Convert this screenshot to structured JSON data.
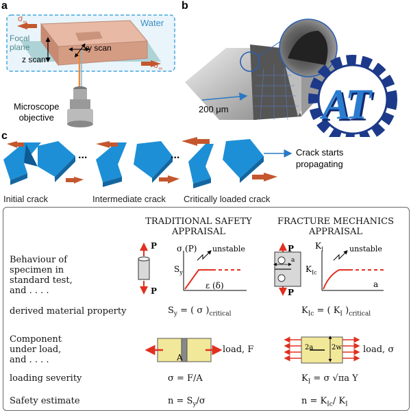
{
  "panel_a": {
    "label": "a",
    "water": "Water",
    "focal_plane_line1": "Focal",
    "focal_plane_line2": "plane",
    "xy_scan": "xy scan",
    "z_scan": "z scan",
    "sigma": "σ",
    "sigma_sub": "∞",
    "objective_line1": "Microscope",
    "objective_line2": "objective"
  },
  "panel_b": {
    "label": "b",
    "scale_bar": "200 μm",
    "logo_text": "AT"
  },
  "panel_c": {
    "label": "c",
    "ellipsis": "...",
    "initial": "Initial crack",
    "intermediate": "Intermediate crack",
    "critical": "Critically loaded crack",
    "propagate_line1": "Crack starts",
    "propagate_line2": "propagating"
  },
  "table": {
    "col1_line1": "TRADITIONAL SAFETY",
    "col1_line2": "APPRAISAL",
    "col2_line1": "FRACTURE MECHANICS",
    "col2_line2": "APPRAISAL",
    "row1_line1": "Behaviour of",
    "row1_line2": "specimen in",
    "row1_line3": "standard test,",
    "row1_line4": "and . . . .",
    "row2": "derived material property",
    "row3_line1": "Component",
    "row3_line2": "under load,",
    "row3_line3": "and . . . .",
    "row4": "loading severity",
    "row5": "Safety estimate",
    "left_chart": {
      "p": "P",
      "sigma_p": "σ (P)",
      "unstable": "unstable",
      "sy": "S",
      "sy_sub": "y",
      "eps": "ε (δ)"
    },
    "right_chart": {
      "p": "P",
      "a_small": "a",
      "ki": "K",
      "ki_sub": "I",
      "kic": "K",
      "kic_sub": "Ic",
      "unstable": "unstable",
      "a_axis": "a"
    },
    "left_prop": {
      "main": "S",
      "sub1": "y",
      "mid": " = ( σ )",
      "sub2": "critical"
    },
    "right_prop": {
      "main": "K",
      "sub1": "Ic",
      "mid": " = ( K",
      "sub2": "I",
      "mid2": " )",
      "sub3": "critical"
    },
    "left_comp": {
      "a": "A",
      "load": "load, F"
    },
    "right_comp": {
      "two_a": "2a",
      "two_w": "2w",
      "load": "load, σ"
    },
    "left_severity": "σ  = F/A",
    "right_severity": {
      "k": "K",
      "sub": "I",
      "rest": " =  σ √πa Y"
    },
    "left_safety": {
      "pre": "n  = S",
      "sub": "y",
      "post": "/σ"
    },
    "right_safety": {
      "pre": "n  = K",
      "sub1": "Ic",
      "mid": "/ K",
      "sub2": "I"
    }
  }
}
